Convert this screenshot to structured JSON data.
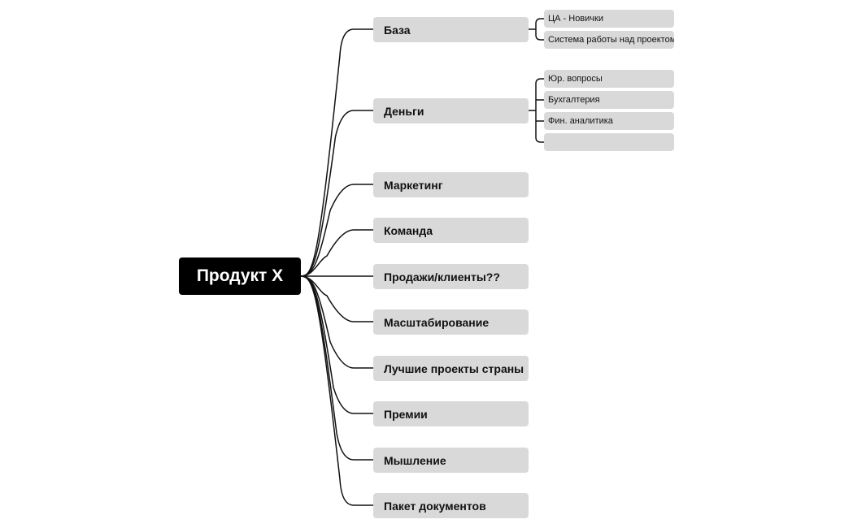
{
  "diagram": {
    "type": "mind-map",
    "root": {
      "label": "Продукт X"
    },
    "topics": [
      {
        "id": "baza",
        "label": "База",
        "children": [
          {
            "label": "ЦА - Новички"
          },
          {
            "label": "Система работы над проектом"
          }
        ]
      },
      {
        "id": "dengi",
        "label": "Деньги",
        "children": [
          {
            "label": "Юр. вопросы"
          },
          {
            "label": "Бухгалтерия"
          },
          {
            "label": "Фин. аналитика"
          },
          {
            "label": ""
          }
        ]
      },
      {
        "id": "marketing",
        "label": "Маркетинг",
        "children": []
      },
      {
        "id": "komanda",
        "label": "Команда",
        "children": []
      },
      {
        "id": "prodazhi",
        "label": "Продажи/клиенты??",
        "children": []
      },
      {
        "id": "masshtab",
        "label": "Масштабирование",
        "children": []
      },
      {
        "id": "luchshie",
        "label": "Лучшие проекты страны",
        "children": []
      },
      {
        "id": "premii",
        "label": "Премии",
        "children": []
      },
      {
        "id": "myshlenie",
        "label": "Мышление",
        "children": []
      },
      {
        "id": "paket",
        "label": "Пакет документов",
        "children": []
      }
    ],
    "colors": {
      "background": "#ffffff",
      "root_fill": "#000000",
      "root_text": "#ffffff",
      "node_fill": "#d9d9d9",
      "node_text": "#111111",
      "connector": "#111111"
    }
  }
}
